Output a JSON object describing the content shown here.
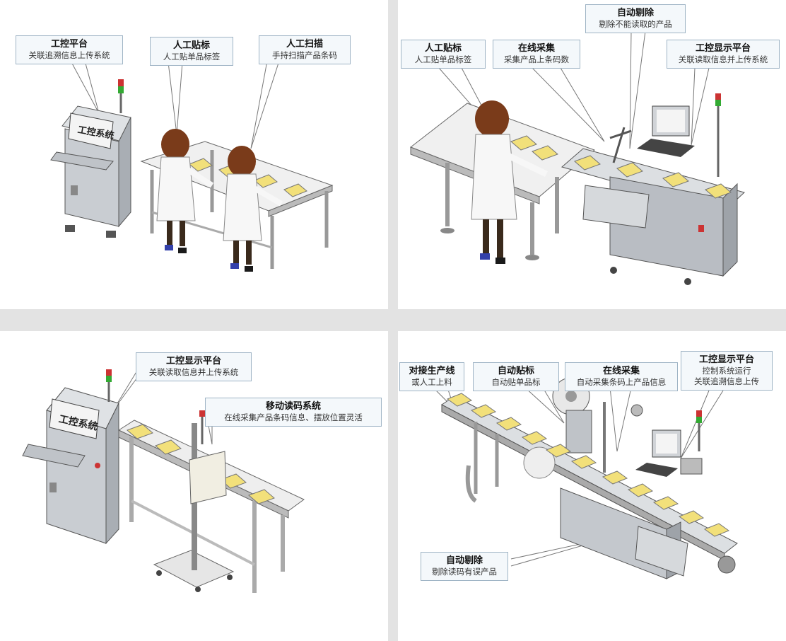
{
  "panels": [
    {
      "callouts": [
        {
          "title": "工控平台",
          "subtitle": "关联追溯信息上传系统"
        },
        {
          "title": "人工贴标",
          "subtitle": "人工贴单品标签"
        },
        {
          "title": "人工扫描",
          "subtitle": "手持扫描产品条码"
        }
      ],
      "screen_text": "工控系统"
    },
    {
      "callouts": [
        {
          "title": "人工贴标",
          "subtitle": "人工贴单品标签"
        },
        {
          "title": "在线采集",
          "subtitle": "采集产品上条码数"
        },
        {
          "title": "自动剔除",
          "subtitle": "剔除不能读取的产品"
        },
        {
          "title": "工控显示平台",
          "subtitle": "关联读取信息并上传系统"
        }
      ]
    },
    {
      "callouts": [
        {
          "title": "工控显示平台",
          "subtitle": "关联读取信息并上传系统"
        },
        {
          "title": "移动读码系统",
          "subtitle": "在线采集产品条码信息、摆放位置灵活"
        }
      ],
      "screen_text": "工控系统"
    },
    {
      "callouts": [
        {
          "title": "对接生产线",
          "subtitle": "或人工上料"
        },
        {
          "title": "自动贴标",
          "subtitle": "自动贴单品标"
        },
        {
          "title": "在线采集",
          "subtitle": "自动采集条码上产品信息"
        },
        {
          "title": "工控显示平台",
          "subtitle": "控制系统运行",
          "subtitle2": "关联追溯信息上传"
        },
        {
          "title": "自动剔除",
          "subtitle": "剔除读码有误产品"
        }
      ]
    }
  ],
  "colors": {
    "background": "#e3e3e3",
    "callout_fill": "#f4f8fb",
    "callout_border": "#9fb4c5",
    "box_yellow": "#f2e07a",
    "machine_gray": "#c9cdd2"
  }
}
